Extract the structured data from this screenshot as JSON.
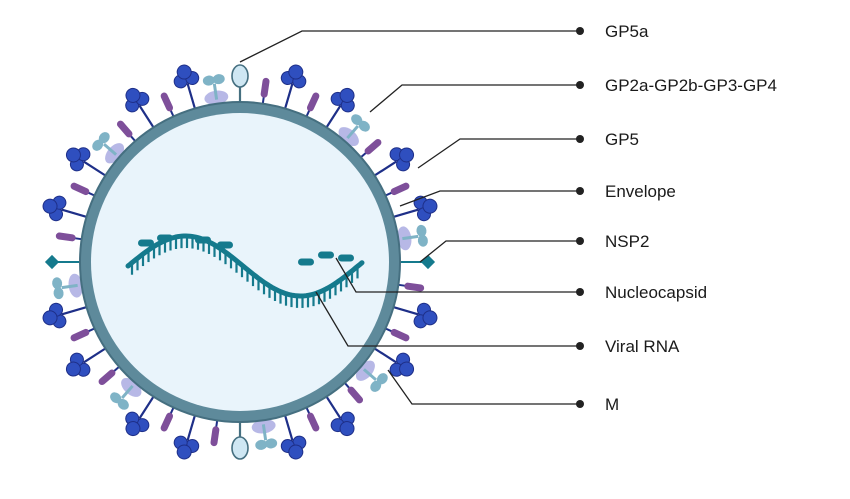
{
  "labels": [
    {
      "id": "gp5a",
      "text": "GP5a"
    },
    {
      "id": "gp2a",
      "text": "GP2a-GP2b-GP3-GP4"
    },
    {
      "id": "gp5",
      "text": "GP5"
    },
    {
      "id": "envelope",
      "text": "Envelope"
    },
    {
      "id": "nsp2",
      "text": "NSP2"
    },
    {
      "id": "nucleocapsid",
      "text": "Nucleocapsid"
    },
    {
      "id": "viral-rna",
      "text": "Viral RNA"
    },
    {
      "id": "m",
      "text": "M"
    }
  ],
  "colors": {
    "interior": "#e9f4fb",
    "membrane": "#5e8a9b",
    "membrane_edge": "#456f80",
    "gp5_blue": "#2f4fbf",
    "gp5_dark": "#1e2f88",
    "m_purple": "#7e4f9a",
    "gp2_light": "#7fb3c6",
    "gp2_lavender": "#b7b8e6",
    "gp5a_fill": "#cfe7f3",
    "nsp2": "#157a8d",
    "rna": "#157a8d",
    "leader": "#222222"
  }
}
